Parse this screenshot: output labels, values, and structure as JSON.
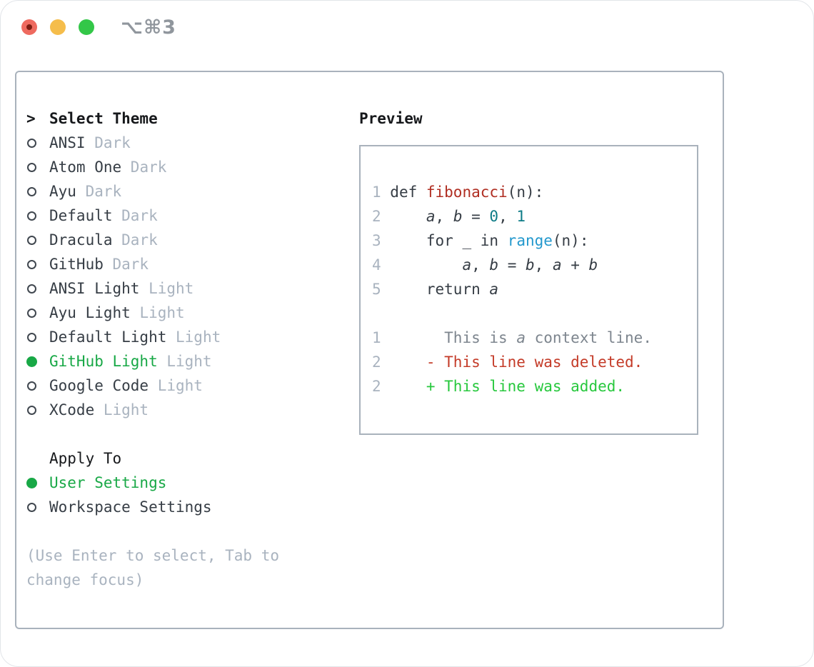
{
  "window": {
    "title": "⌥⌘3",
    "icons": {
      "close": "red-circle-with-dark-dot",
      "minimize": "yellow-circle",
      "zoom": "green-circle",
      "radio_selected": "filled-green-circle",
      "radio_unselected": "dark-ring-circle",
      "prompt": "chevron-right"
    }
  },
  "theme_list": {
    "prompt": ">",
    "title": "Select Theme",
    "items": [
      {
        "name": "ANSI",
        "tag": "Dark",
        "selected": false
      },
      {
        "name": "Atom One",
        "tag": "Dark",
        "selected": false
      },
      {
        "name": "Ayu",
        "tag": "Dark",
        "selected": false
      },
      {
        "name": "Default",
        "tag": "Dark",
        "selected": false
      },
      {
        "name": "Dracula",
        "tag": "Dark",
        "selected": false
      },
      {
        "name": "GitHub",
        "tag": "Dark",
        "selected": false
      },
      {
        "name": "ANSI Light",
        "tag": "Light",
        "selected": false
      },
      {
        "name": "Ayu Light",
        "tag": "Light",
        "selected": false
      },
      {
        "name": "Default Light",
        "tag": "Light",
        "selected": false
      },
      {
        "name": "GitHub Light",
        "tag": "Light",
        "selected": true
      },
      {
        "name": "Google Code",
        "tag": "Light",
        "selected": false
      },
      {
        "name": "XCode",
        "tag": "Light",
        "selected": false
      }
    ]
  },
  "apply_to": {
    "title": "Apply To",
    "options": [
      {
        "label": "User Settings",
        "selected": true
      },
      {
        "label": "Workspace Settings",
        "selected": false
      }
    ]
  },
  "hint": {
    "line1": "(Use Enter to select, Tab to",
    "line2": "change focus)"
  },
  "preview": {
    "title": "Preview",
    "lines": [
      {
        "num": "1",
        "segs": [
          {
            "t": " def ",
            "s": "code"
          },
          {
            "t": "fibonacci",
            "s": "func"
          },
          {
            "t": "(n):",
            "s": "code"
          }
        ]
      },
      {
        "num": "2",
        "segs": [
          {
            "t": "     ",
            "s": "code"
          },
          {
            "t": "a",
            "s": "var"
          },
          {
            "t": ", ",
            "s": "code"
          },
          {
            "t": "b",
            "s": "var"
          },
          {
            "t": " = ",
            "s": "code"
          },
          {
            "t": "0",
            "s": "num"
          },
          {
            "t": ", ",
            "s": "code"
          },
          {
            "t": "1",
            "s": "num"
          }
        ]
      },
      {
        "num": "3",
        "segs": [
          {
            "t": "     for _ in ",
            "s": "code"
          },
          {
            "t": "range",
            "s": "builtin"
          },
          {
            "t": "(n):",
            "s": "code"
          }
        ]
      },
      {
        "num": "4",
        "segs": [
          {
            "t": "         ",
            "s": "code"
          },
          {
            "t": "a",
            "s": "var"
          },
          {
            "t": ", ",
            "s": "code"
          },
          {
            "t": "b",
            "s": "var"
          },
          {
            "t": " = ",
            "s": "code"
          },
          {
            "t": "b",
            "s": "var"
          },
          {
            "t": ", ",
            "s": "code"
          },
          {
            "t": "a",
            "s": "var"
          },
          {
            "t": " + ",
            "s": "code"
          },
          {
            "t": "b",
            "s": "var"
          }
        ]
      },
      {
        "num": "5",
        "segs": [
          {
            "t": "     return ",
            "s": "code"
          },
          {
            "t": "a",
            "s": "var"
          }
        ]
      },
      {
        "blank": true
      },
      {
        "num": "1",
        "segs": [
          {
            "t": "       This is ",
            "s": "ctx"
          },
          {
            "t": "a",
            "s": "ctxvar"
          },
          {
            "t": " context line.",
            "s": "ctx"
          }
        ]
      },
      {
        "num": "2",
        "segs": [
          {
            "t": "     - This line was deleted.",
            "s": "del"
          }
        ]
      },
      {
        "num": "2",
        "segs": [
          {
            "t": "     + This line was added.",
            "s": "add"
          }
        ]
      }
    ]
  },
  "colors": {
    "panel-border": "#a9b2bc",
    "window-border": "#e2e5e9",
    "text-black": "#16181b",
    "text-dark": "#363d45",
    "muted": "#a9b3bf",
    "accent-green": "#18a846",
    "diff-add": "#27c83d",
    "diff-del": "#c43b28",
    "func-red": "#b02e22",
    "number-teal": "#0e7c87",
    "builtin-blue": "#2398cd",
    "line-num": "#a9b3bf",
    "context-gray": "#7d858e",
    "radio-ring": "#40474f",
    "tl-red": "#ee6a5f",
    "tl-red-dot": "#7d1d12",
    "tl-yellow": "#f5bd4b",
    "tl-green": "#33c748",
    "title-gray": "#90969d"
  }
}
